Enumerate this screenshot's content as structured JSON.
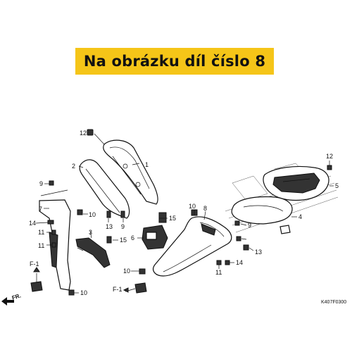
{
  "banner": {
    "text": "Na obrázku díl číslo 8",
    "color": "#f5c518"
  },
  "diagram_code": "K407F0300",
  "front_label": "FR.",
  "callouts": [
    {
      "id": "c12a",
      "text": "12"
    },
    {
      "id": "c1",
      "text": "1"
    },
    {
      "id": "c2",
      "text": "2"
    },
    {
      "id": "c9a",
      "text": "9"
    },
    {
      "id": "c7",
      "text": "7"
    },
    {
      "id": "c10a",
      "text": "10"
    },
    {
      "id": "c14a",
      "text": "14"
    },
    {
      "id": "c11a",
      "text": "11"
    },
    {
      "id": "c11b",
      "text": "11"
    },
    {
      "id": "c13a",
      "text": "13"
    },
    {
      "id": "c9b",
      "text": "9"
    },
    {
      "id": "c3",
      "text": "3"
    },
    {
      "id": "c15a",
      "text": "15"
    },
    {
      "id": "c15b",
      "text": "15"
    },
    {
      "id": "c6",
      "text": "6"
    },
    {
      "id": "c10b",
      "text": "10"
    },
    {
      "id": "c8",
      "text": "8"
    },
    {
      "id": "c9c",
      "text": "9"
    },
    {
      "id": "c13b",
      "text": "13"
    },
    {
      "id": "c4",
      "text": "4"
    },
    {
      "id": "c5",
      "text": "5"
    },
    {
      "id": "c12b",
      "text": "12"
    },
    {
      "id": "c11c",
      "text": "11"
    },
    {
      "id": "c14b",
      "text": "14"
    },
    {
      "id": "c10c",
      "text": "10"
    },
    {
      "id": "c10d",
      "text": "10"
    },
    {
      "id": "cF1a",
      "text": "F-1"
    },
    {
      "id": "cF1b",
      "text": "F-1"
    }
  ]
}
